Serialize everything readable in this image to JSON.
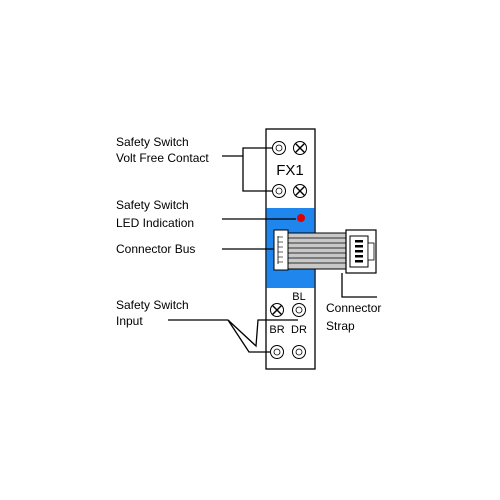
{
  "module": {
    "title": "FX1",
    "terminals": {
      "bl": "BL",
      "br": "BR",
      "dr": "DR"
    },
    "colors": {
      "band": "#1f86ee",
      "led": "#e00000",
      "outline": "#000000",
      "body": "#ffffff"
    }
  },
  "labels": {
    "volt_free_line1": "Safety Switch",
    "volt_free_line2": "Volt Free Contact",
    "led_line1": "Safety Switch",
    "led_line2": "LED Indication",
    "connector_bus": "Connector Bus",
    "input_line1": "Safety Switch",
    "input_line2": "Input",
    "strap_line1": "Connector",
    "strap_line2": "Strap"
  },
  "icons": {
    "terminal_plain": "circle-terminal-icon",
    "terminal_cross": "crossed-terminal-icon",
    "led": "led-icon"
  }
}
